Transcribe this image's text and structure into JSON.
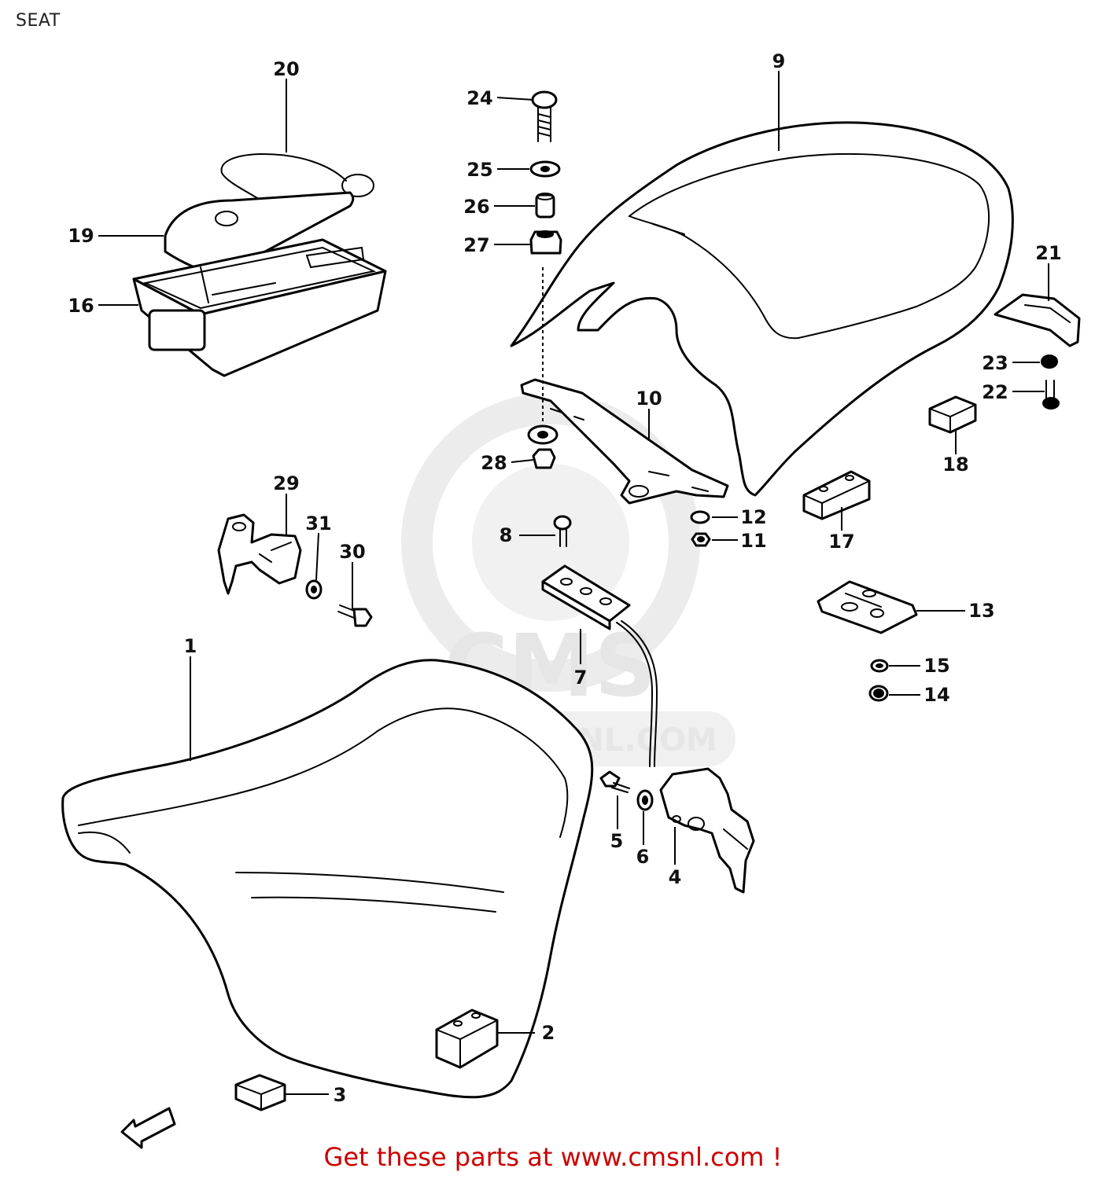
{
  "title": "SEAT",
  "footer": "Get these parts at www.cmsnl.com !",
  "watermark": {
    "brand": "CMS",
    "url": "WWW.CMSNL.COM"
  },
  "colors": {
    "footer_text": "#cc0000",
    "line": "#000000",
    "watermark": "#e6e6e6"
  },
  "labels": [
    "1",
    "2",
    "3",
    "4",
    "5",
    "6",
    "7",
    "8",
    "9",
    "10",
    "11",
    "12",
    "13",
    "14",
    "15",
    "16",
    "17",
    "18",
    "19",
    "20",
    "21",
    "22",
    "23",
    "24",
    "25",
    "26",
    "27",
    "28",
    "29",
    "30",
    "31"
  ]
}
